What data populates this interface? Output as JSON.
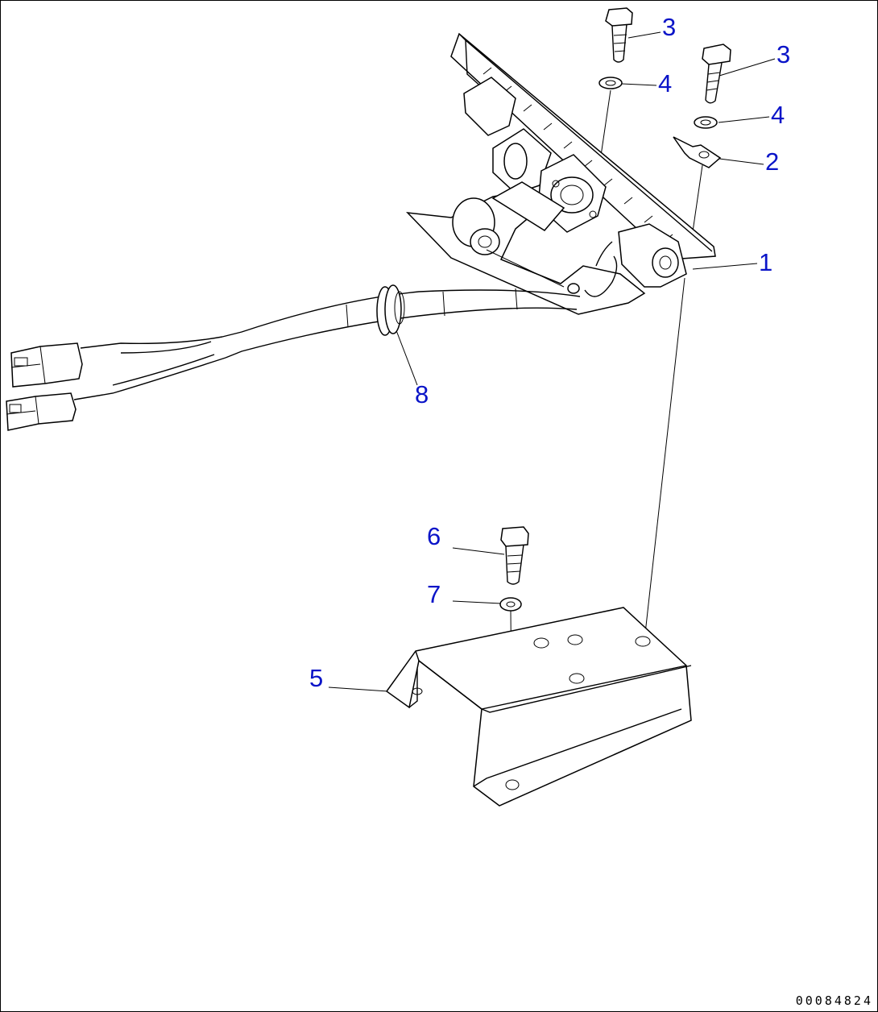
{
  "callouts": {
    "c1": "1",
    "c2": "2",
    "c3a": "3",
    "c3b": "3",
    "c4a": "4",
    "c4b": "4",
    "c5": "5",
    "c6": "6",
    "c7": "7",
    "c8": "8"
  },
  "doc_code": "00084824",
  "colors": {
    "callout": "#0a14c8",
    "line": "#000000"
  }
}
